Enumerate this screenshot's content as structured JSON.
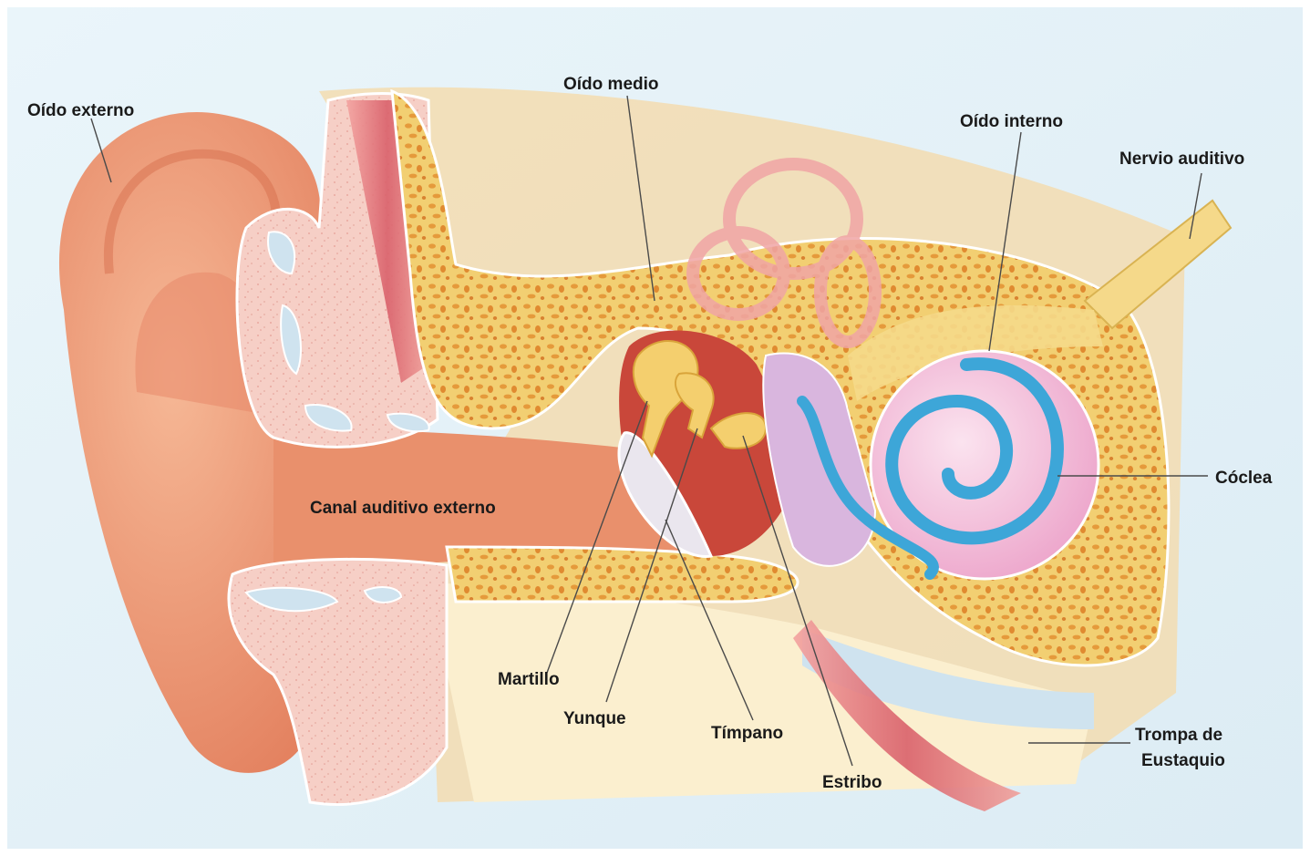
{
  "labels": {
    "oido_externo": "Oído externo",
    "oido_medio": "Oído medio",
    "oido_interno": "Oído interno",
    "nervio_auditivo": "Nervio auditivo",
    "coclea": "Cóclea",
    "canal_auditivo_externo": "Canal auditivo externo",
    "martillo": "Martillo",
    "yunque": "Yunque",
    "timpano": "Tímpano",
    "estribo": "Estribo",
    "trompa_line1": "Trompa de",
    "trompa_line2": "Eustaquio"
  },
  "colors": {
    "background": "#e6f2f8",
    "skin": "#ef9e79",
    "skin_dark": "#e0795a",
    "bone": "#f2cf72",
    "bone_pores": "#e59a3b",
    "cartilage": "#f6cfc6",
    "cochlea": "#f2b6d6",
    "cochlea_duct": "#3da6d8",
    "muscle": "#e4787a",
    "nerve": "#f5d98a"
  }
}
